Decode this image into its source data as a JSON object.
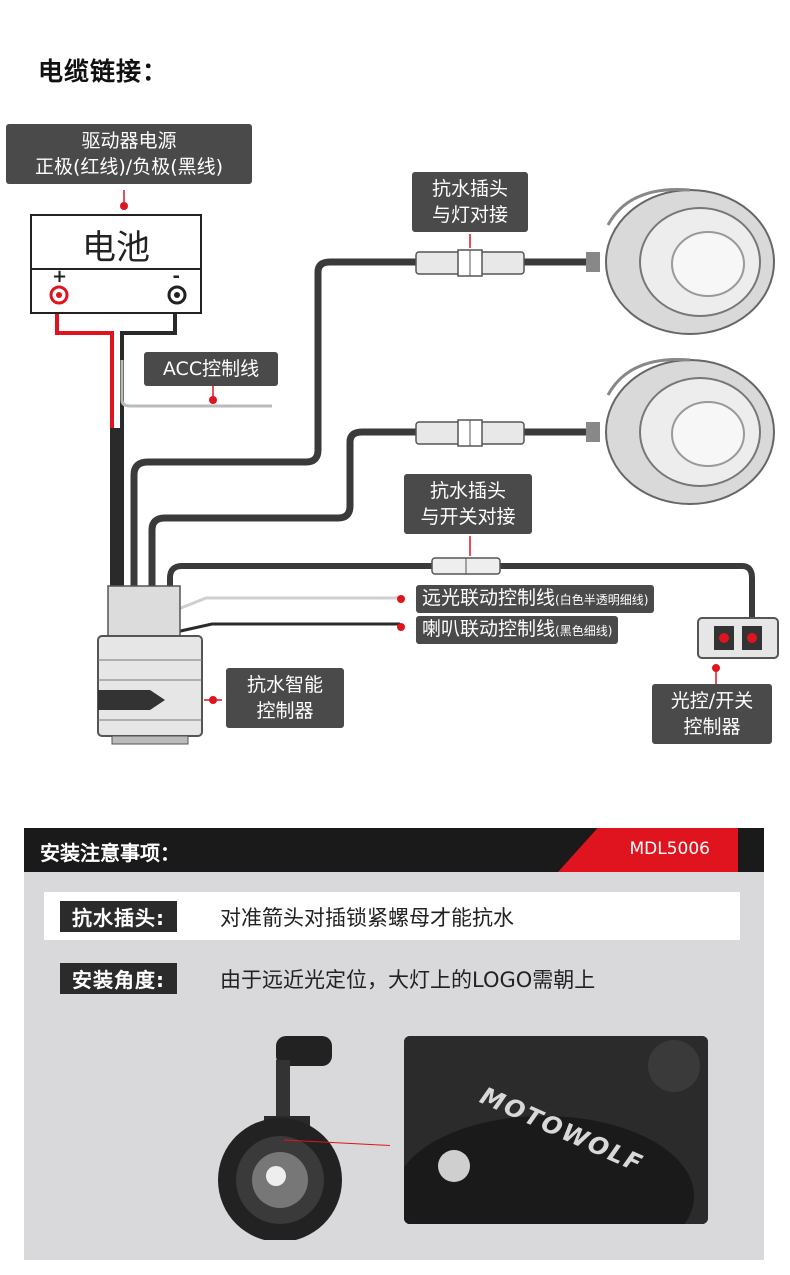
{
  "heading": "电缆链接：",
  "labels": {
    "power": [
      "驱动器电源",
      "正极(红线)/负极(黑线)"
    ],
    "battery": "电池",
    "plus": "+",
    "minus": "-",
    "acc": "ACC控制线",
    "lamp_plug": [
      "抗水插头",
      "与灯对接"
    ],
    "switch_plug": [
      "抗水插头",
      "与开关对接"
    ],
    "high_beam": "远光联动控制线",
    "high_beam_sub": "(白色半透明细线)",
    "horn": "喇叭联动控制线",
    "horn_sub": "(黑色细线)",
    "controller": [
      "抗水智能",
      "控制器"
    ],
    "switch_ctrl": [
      "光控/开关",
      "控制器"
    ]
  },
  "install": {
    "title": "安装注意事项：",
    "model": "MDL5006",
    "items": [
      {
        "key": "抗水插头:",
        "value": "对准箭头对插锁紧螺母才能抗水"
      },
      {
        "key": "安装角度:",
        "value": "由于远近光定位，大灯上的LOGO需朝上"
      }
    ],
    "logo_text": "MOTOWOLF"
  },
  "colors": {
    "accent": "#e0141e",
    "label_bg": "#4a4a4a",
    "panel_bg": "#d9d9db"
  }
}
